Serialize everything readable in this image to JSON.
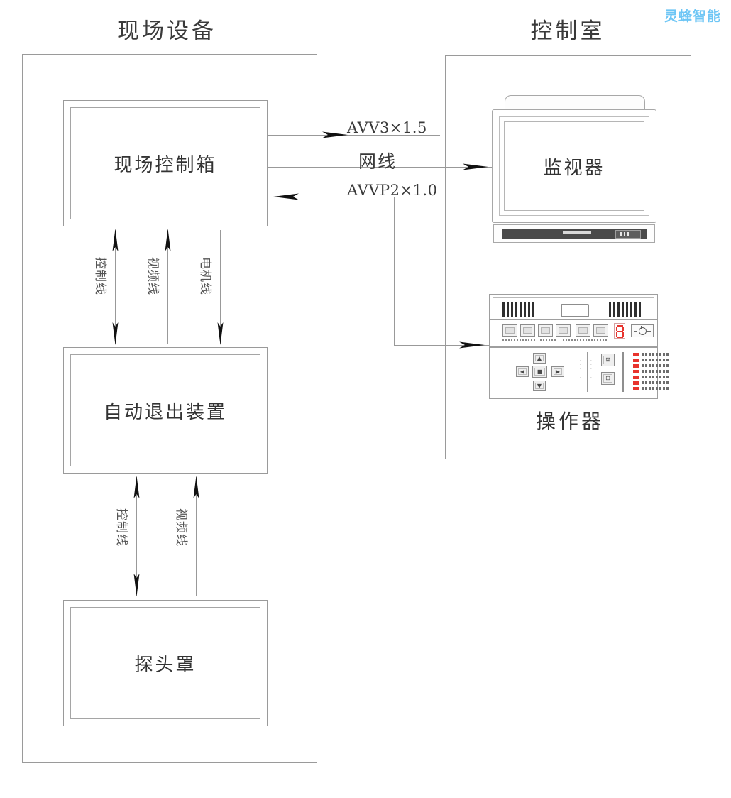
{
  "watermark": {
    "text": "灵蜂智能",
    "color": "#6ec6f5"
  },
  "sections": {
    "field": {
      "title": "现场设备"
    },
    "control": {
      "title": "控制室"
    }
  },
  "devices": {
    "field_control_box": {
      "label": "现场控制箱"
    },
    "auto_retract": {
      "label": "自动退出装置"
    },
    "probe_cover": {
      "label": "探头罩"
    },
    "monitor": {
      "label": "监视器"
    },
    "operator": {
      "caption": "操作器"
    }
  },
  "cables": {
    "power": {
      "label": "AVV3×1.5"
    },
    "network": {
      "label": "网线"
    },
    "signal": {
      "label": "AVVP2×1.0"
    },
    "control_line_1": {
      "label": "控制线"
    },
    "video_line_1": {
      "label": "视频线"
    },
    "motor_line_1": {
      "label": "电机线"
    },
    "control_line_2": {
      "label": "控制线"
    },
    "video_line_2": {
      "label": "视频线"
    }
  },
  "console_keys": {
    "up": "▲",
    "down": "▼",
    "left": "◀",
    "right": "▶",
    "center": "■",
    "aux_top": "⊠",
    "aux_bottom": "⊡"
  },
  "colors": {
    "line": "#999999",
    "frame": "#9a9a9a",
    "text": "#333333",
    "led_red": "#e8342e",
    "strip_dark": "#4a4a4a"
  }
}
